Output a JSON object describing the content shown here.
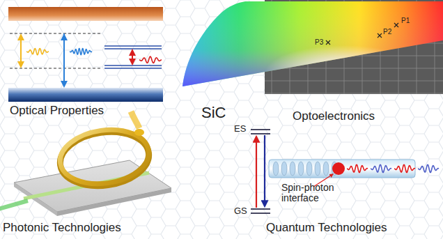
{
  "diagram": {
    "labels": [
      "Optical Properties",
      "P1",
      "P2",
      "P3",
      "Optoelectronics",
      "SiC",
      "ES",
      "GS",
      "Spin-photon interface",
      "Photonic Technologies",
      "Quantum Technologies"
    ]
  }
}
